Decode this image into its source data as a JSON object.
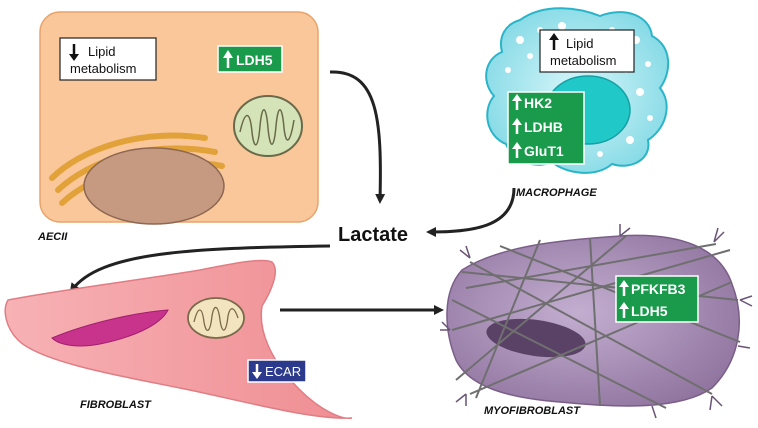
{
  "cells": {
    "aecii": {
      "caption": "AECII",
      "lipid_line1": "Lipid",
      "lipid_line2": "metabolism",
      "lipid_direction": "down",
      "markers": [
        "LDH5"
      ]
    },
    "macrophage": {
      "caption": "MACROPHAGE",
      "lipid_line1": "Lipid",
      "lipid_line2": "metabolism",
      "lipid_direction": "up",
      "markers": [
        "HK2",
        "LDHB",
        "GluT1"
      ]
    },
    "fibroblast": {
      "caption": "FIBROBLAST",
      "markers": [
        "ECAR"
      ],
      "marker_direction": "down"
    },
    "myofibroblast": {
      "caption": "MYOFIBROBLAST",
      "markers": [
        "PFKFB3",
        "LDH5"
      ]
    }
  },
  "center": {
    "label": "Lactate"
  },
  "colors": {
    "marker_green": "#1a9b4b",
    "marker_navy": "#2b3a8c",
    "aecii_fill": "#f9c79a",
    "macrophage_fill": "#8fe0ea",
    "fibroblast_fill": "#f4a0a4",
    "myofibroblast_fill": "#a78cb0"
  }
}
